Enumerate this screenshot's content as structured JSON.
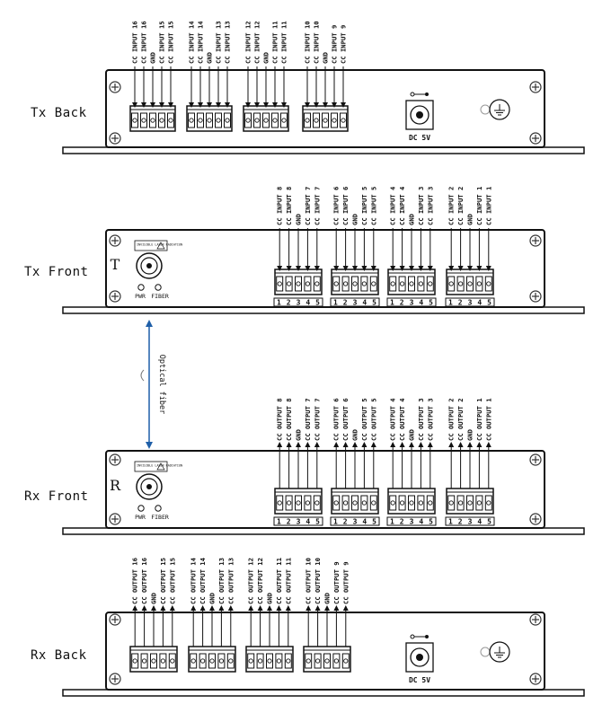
{
  "panels": [
    {
      "id": "tx-back",
      "title": "Tx Back",
      "kind": "back",
      "direction": "in",
      "blocks": [
        {
          "labels": [
            "CC INPUT 16",
            "CC INPUT 16",
            "GND",
            "CC INPUT 15",
            "CC INPUT 15"
          ]
        },
        {
          "labels": [
            "CC INPUT 14",
            "CC INPUT 14",
            "GND",
            "CC INPUT 13",
            "CC INPUT 13"
          ]
        },
        {
          "labels": [
            "CC INPUT 12",
            "CC INPUT 12",
            "GND",
            "CC INPUT 11",
            "CC INPUT 11"
          ]
        },
        {
          "labels": [
            "CC INPUT 10",
            "CC INPUT 10",
            "GND",
            "CC INPUT 9",
            "CC INPUT 9"
          ]
        }
      ],
      "power_label": "DC 5V"
    },
    {
      "id": "tx-front",
      "title": "Tx Front",
      "kind": "front",
      "direction": "in",
      "device_letter": "T",
      "badge_text": "INVISIBLE LASER RADIATION",
      "led_labels": [
        "PWR",
        "FIBER"
      ],
      "blocks": [
        {
          "labels": [
            "CC INPUT 8",
            "CC INPUT 8",
            "GND",
            "CC INPUT 7",
            "CC INPUT 7"
          ]
        },
        {
          "labels": [
            "CC INPUT 6",
            "CC INPUT 6",
            "GND",
            "CC INPUT 5",
            "CC INPUT 5"
          ]
        },
        {
          "labels": [
            "CC INPUT 4",
            "CC INPUT 4",
            "GND",
            "CC INPUT 3",
            "CC INPUT 3"
          ]
        },
        {
          "labels": [
            "CC INPUT 2",
            "CC INPUT 2",
            "GND",
            "CC INPUT 1",
            "CC INPUT 1"
          ]
        }
      ],
      "pin_numbers": "12345"
    },
    {
      "id": "rx-front",
      "title": "Rx Front",
      "kind": "front",
      "direction": "out",
      "device_letter": "R",
      "badge_text": "INVISIBLE LASER RADIATION",
      "led_labels": [
        "PWR",
        "FIBER"
      ],
      "blocks": [
        {
          "labels": [
            "CC OUTPUT 8",
            "CC OUTPUT 8",
            "GND",
            "CC OUTPUT 7",
            "CC OUTPUT 7"
          ]
        },
        {
          "labels": [
            "CC OUTPUT 6",
            "CC OUTPUT 6",
            "GND",
            "CC OUTPUT 5",
            "CC OUTPUT 5"
          ]
        },
        {
          "labels": [
            "CC OUTPUT 4",
            "CC OUTPUT 4",
            "GND",
            "CC OUTPUT 3",
            "CC OUTPUT 3"
          ]
        },
        {
          "labels": [
            "CC OUTPUT 2",
            "CC OUTPUT 2",
            "GND",
            "CC OUTPUT 1",
            "CC OUTPUT 1"
          ]
        }
      ],
      "pin_numbers": "12345"
    },
    {
      "id": "rx-back",
      "title": "Rx Back",
      "kind": "back",
      "direction": "out",
      "blocks": [
        {
          "labels": [
            "CC OUTPUT 16",
            "CC OUTPUT 16",
            "GND",
            "CC OUTPUT 15",
            "CC OUTPUT 15"
          ]
        },
        {
          "labels": [
            "CC OUTPUT 14",
            "CC OUTPUT 14",
            "GND",
            "CC OUTPUT 13",
            "CC OUTPUT 13"
          ]
        },
        {
          "labels": [
            "CC OUTPUT 12",
            "CC OUTPUT 12",
            "GND",
            "CC OUTPUT 11",
            "CC OUTPUT 11"
          ]
        },
        {
          "labels": [
            "CC OUTPUT 10",
            "CC OUTPUT 10",
            "GND",
            "CC OUTPUT 9",
            "CC OUTPUT 9"
          ]
        }
      ],
      "power_label": "DC 5V"
    }
  ],
  "fiber_label": "Optical fiber",
  "colors": {
    "line": "#111111",
    "fiber": "#1f5fa8",
    "panel_fill": "#ffffff",
    "screw": "#333333"
  }
}
